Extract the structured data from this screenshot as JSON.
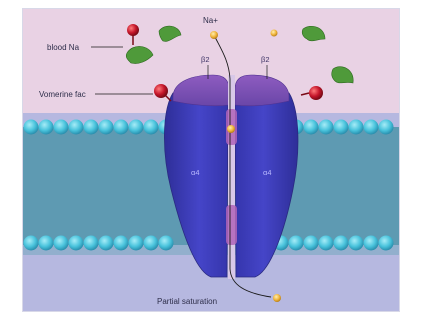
{
  "labels": {
    "blood_na": "blood Na",
    "vomeronasal": "Vomerine fac",
    "na_plus": "Na+",
    "beta2_left": "β2",
    "beta2_right": "β2",
    "alpha_left": "α4",
    "alpha_right": "α4",
    "bottom": "Partial saturation"
  },
  "colors": {
    "background": "#b6b8e0",
    "extracellular": "#e9d2e4",
    "membrane_band": "#5e9ab2",
    "lipid_head": "#49c3dc",
    "channel": "#3f3fb8",
    "channel_top": "#7a4fb0",
    "pore": "#b064b8",
    "ion": "#f0b43c",
    "ligand_red": "#c4152a",
    "ligand_green": "#4f9a3a"
  },
  "icons": {
    "ligand_red": "red-ball-on-stick",
    "ligand_green": "green-leaf-shape",
    "ion": "orange-sphere"
  }
}
